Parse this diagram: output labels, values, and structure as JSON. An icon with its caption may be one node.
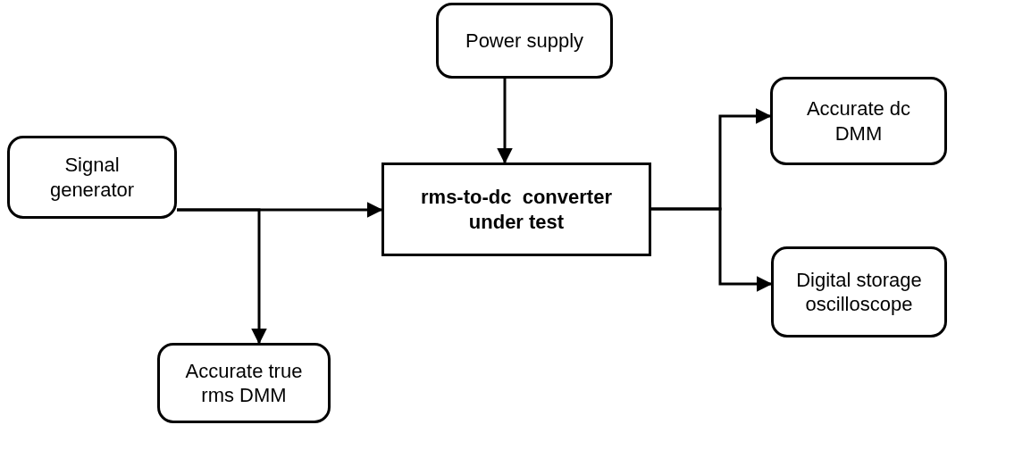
{
  "diagram": {
    "nodes": [
      {
        "text": [
          "Power supply"
        ]
      },
      {
        "text": [
          "Signal generator"
        ]
      },
      {
        "text": [
          "rms-to-dc  converter under test"
        ]
      },
      {
        "text": [
          "Accurate dc DMM"
        ]
      },
      {
        "text": [
          "Digital storage oscilloscope"
        ]
      },
      {
        "text": [
          "Accurate true rms DMM"
        ]
      }
    ],
    "edges": [
      {
        "from": 0,
        "to": 2,
        "arrow": "to"
      },
      {
        "from": 1,
        "to": 2,
        "arrow": "to"
      },
      {
        "from": 1,
        "to": 5,
        "arrow": "to"
      },
      {
        "from": 2,
        "to": 3,
        "arrow": "to"
      },
      {
        "from": 2,
        "to": 4,
        "arrow": "to"
      }
    ]
  }
}
